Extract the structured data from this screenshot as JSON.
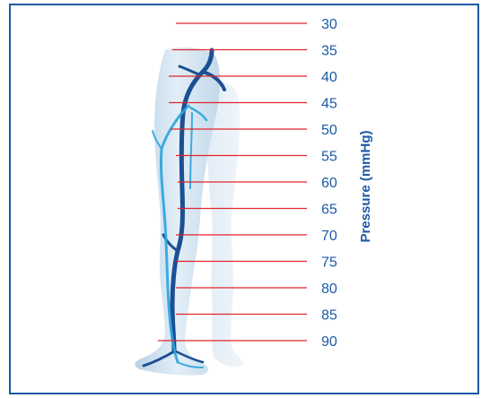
{
  "diagram": {
    "axis_title": "Pressure (mmHg)",
    "levels": [
      {
        "pressure": "30"
      },
      {
        "pressure": "35"
      },
      {
        "pressure": "40"
      },
      {
        "pressure": "45"
      },
      {
        "pressure": "50"
      },
      {
        "pressure": "55"
      },
      {
        "pressure": "60"
      },
      {
        "pressure": "65"
      },
      {
        "pressure": "70"
      },
      {
        "pressure": "75"
      },
      {
        "pressure": "80"
      },
      {
        "pressure": "85"
      },
      {
        "pressure": "90"
      }
    ],
    "colors": {
      "frame": "#1c5aa6",
      "text": "#1c5aa6",
      "lines": "#e0262b",
      "leg_skin": "#c9dceb",
      "deep_vein": "#1c4f93",
      "superficial_vein": "#2aa4e0"
    }
  }
}
